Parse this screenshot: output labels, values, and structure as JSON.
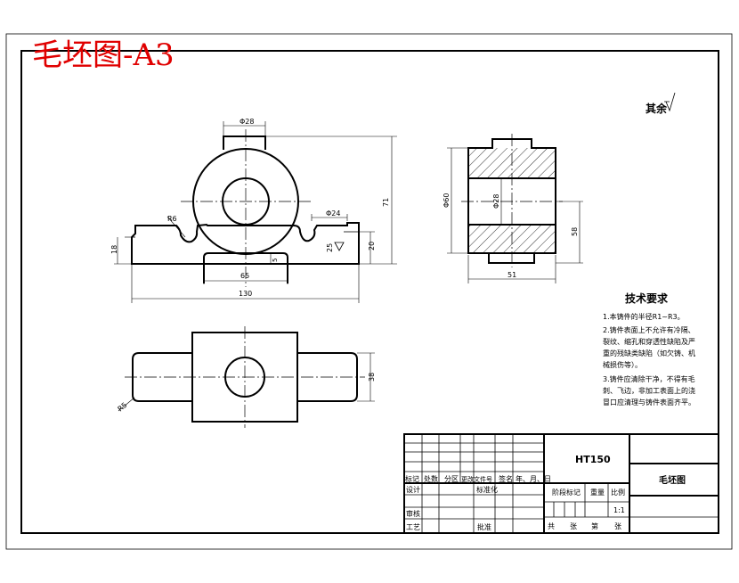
{
  "header": {
    "title": "毛坯图-A3",
    "title_color": "#e00000"
  },
  "roughness_note": "其余",
  "front_view": {
    "dims": {
      "top_boss": "Φ28",
      "height": "71",
      "radius": "R6",
      "slot": "Φ24",
      "side_h": "20",
      "left_h": "18",
      "base_w": "65",
      "step": "5",
      "total_w": "130",
      "roughness": "25"
    }
  },
  "side_view": {
    "dims": {
      "outer": "Φ60",
      "bore": "Φ28",
      "right_h": "58",
      "width": "51"
    }
  },
  "top_view": {
    "dims": {
      "radius": "R5",
      "height": "38"
    }
  },
  "tech_req": {
    "title": "技术要求",
    "items": [
      "1.本铸件的半径R1~R3。",
      "2.铸件表面上不允许有冷隔、裂纹、缩孔和穿透性缺陷及严重的残缺类缺陷（如欠铸、机械损伤等）。",
      "3.铸件应清除干净，不得有毛刺、飞边，非加工表面上的浇冒口应清理与铸件表面齐平。"
    ],
    "lines": [
      "1.本铸件的半径R1~R3。",
      "2.铸件表面上不允许有冷隔、",
      "裂纹、缩孔和穿透性缺陷及严",
      "重的残缺类缺陷（如欠铸、机",
      "械损伤等）。",
      "3.铸件应清除干净，不得有毛",
      "刺、飞边，非加工表面上的浇",
      "冒口应清理与铸件表面齐平。"
    ]
  },
  "title_block": {
    "material": "HT150",
    "part_name": "毛坯图",
    "row_headers": [
      "标记",
      "处数",
      "分区",
      "更改文件号",
      "签名",
      "年、月、日"
    ],
    "design": "设计",
    "standardize": "标准化",
    "review": "审核",
    "process": "工艺",
    "approve": "批准",
    "stage_mark": "阶段标记",
    "weight": "重量",
    "scale_label": "比例",
    "scale": "1:1",
    "sheets": [
      "共",
      "张",
      "第",
      "张"
    ]
  }
}
